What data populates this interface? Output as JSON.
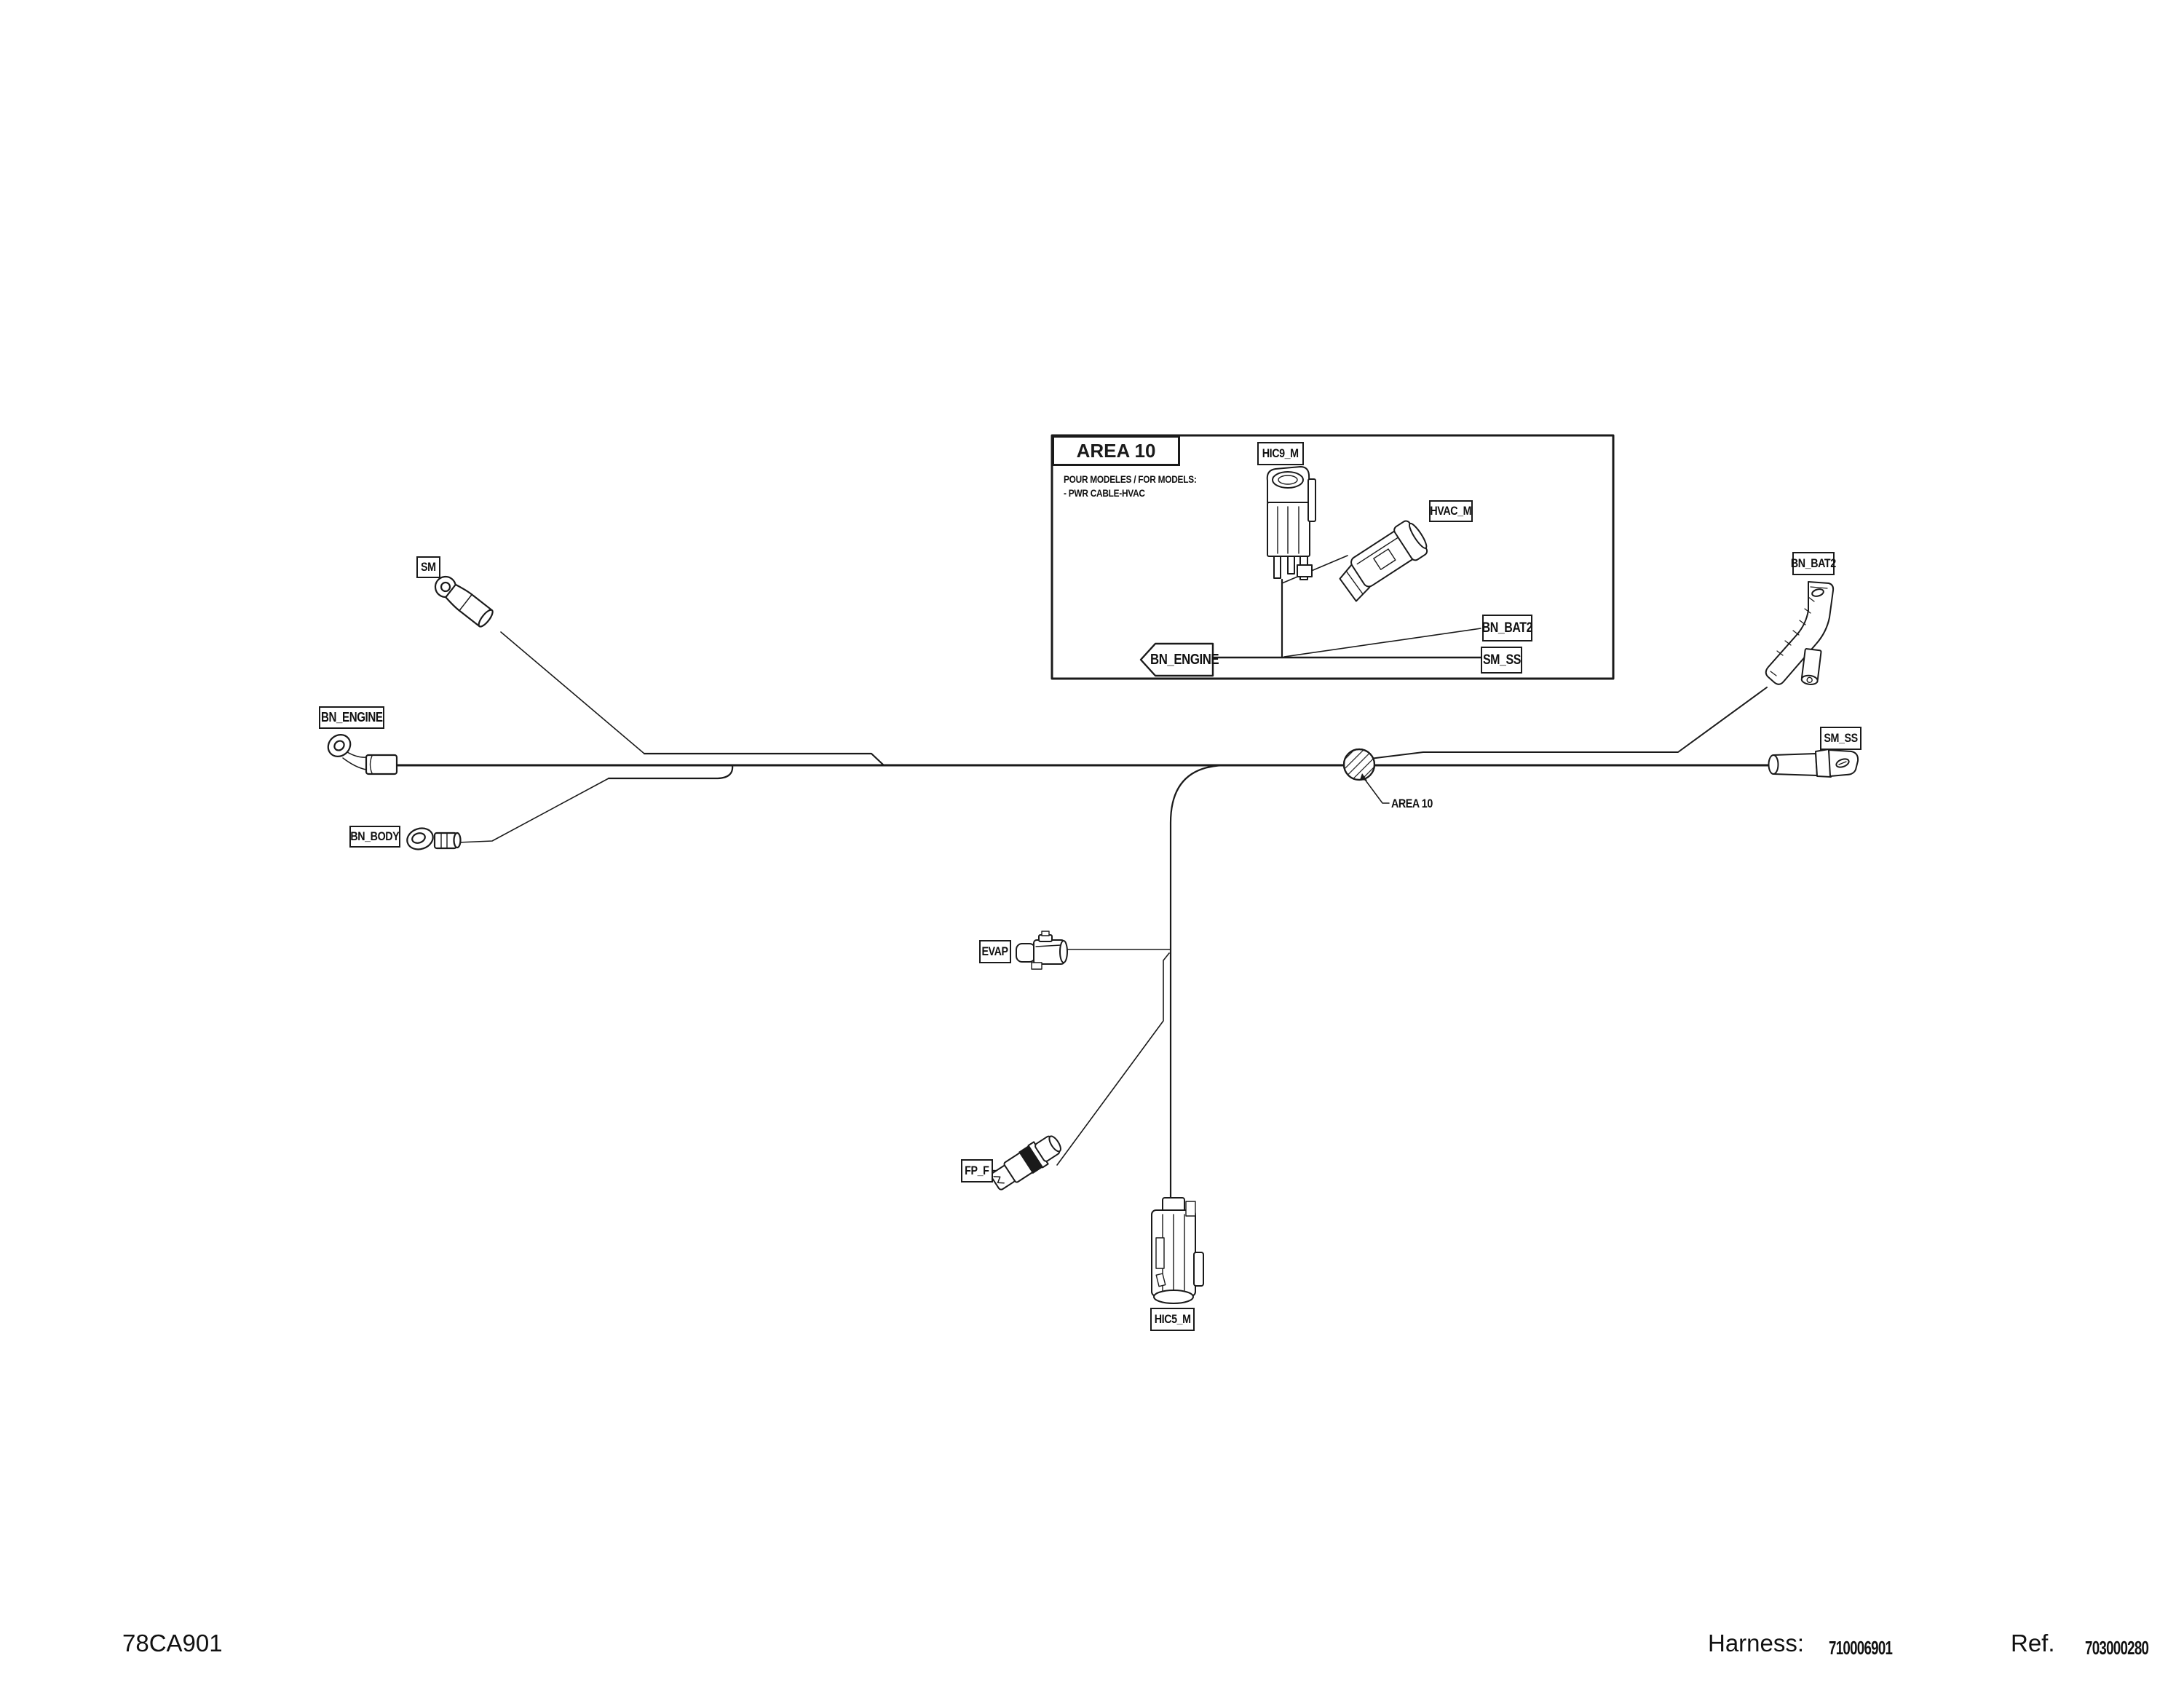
{
  "page": {
    "colors": {
      "line": "#1a1a1a",
      "background": "#ffffff"
    },
    "area_inset": {
      "title": "AREA 10",
      "note_line1": "POUR MODELES / FOR MODELS:",
      "note_line2": "- PWR CABLE-HVAC",
      "labels": {
        "hic9_m": "HIC9_M",
        "hvac_m": "HVAC_M",
        "bn_engine": "BN_ENGINE",
        "bn_bat2": "BN_BAT2",
        "sm_ss": "SM_SS"
      }
    },
    "harness_labels": {
      "sm": "SM",
      "bn_engine": "BN_ENGINE",
      "bn_body": "BN_BODY",
      "evap": "EVAP",
      "fp_f": "FP_F",
      "hic5_m": "HIC5_M",
      "bn_bat2": "BN_BAT2",
      "sm_ss": "SM_SS",
      "area10_callout": "AREA 10"
    },
    "footer": {
      "drawing_code": "78CA901",
      "harness_label": "Harness:",
      "harness_number": "710006901",
      "ref_label": "Ref.",
      "ref_number": "703000280"
    }
  }
}
